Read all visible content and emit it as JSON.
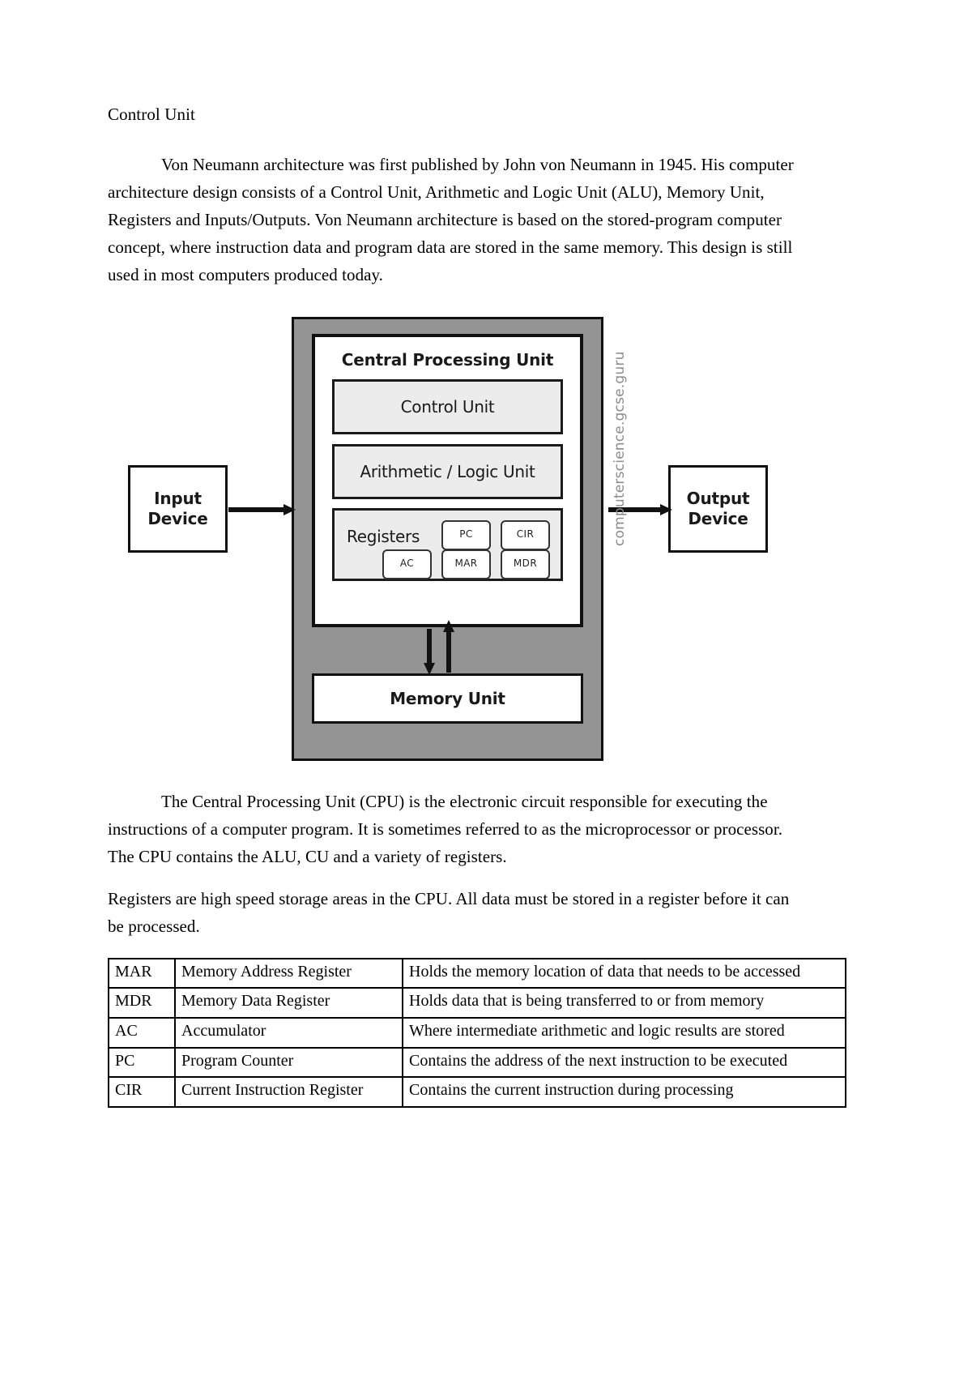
{
  "document": {
    "heading": "Control Unit",
    "paragraphs": [
      "Von Neumann architecture was first published by John von Neumann in 1945. His computer architecture design consists of a Control Unit, Arithmetic and Logic Unit (ALU), Memory Unit, Registers and Inputs/Outputs. Von Neumann architecture is based on the stored-program computer concept, where instruction data and program data are stored in the same memory.  This design is still used in most computers produced today.",
      "The Central Processing Unit (CPU) is the electronic circuit responsible for executing the instructions of a computer program. It is sometimes referred to as the microprocessor or processor. The CPU contains the ALU, CU and a variety of registers.",
      "Registers are high speed storage areas in the CPU.  All data must be stored in a register before it can be processed."
    ]
  },
  "diagram": {
    "cpu_title": "Central Processing Unit",
    "control_unit": "Control Unit",
    "alu": "Arithmetic / Logic Unit",
    "registers_label": "Registers",
    "register_chips": [
      "PC",
      "CIR",
      "AC",
      "MAR",
      "MDR"
    ],
    "memory_unit": "Memory Unit",
    "input_device_line1": "Input",
    "input_device_line2": "Device",
    "output_device_line1": "Output",
    "output_device_line2": "Device",
    "watermark": "computerscience.gcse.guru",
    "colors": {
      "frame_grey": "#949494",
      "unit_fill": "#ececec",
      "outline": "#111111",
      "watermark_grey": "#8c8c8c"
    }
  },
  "table": {
    "rows": [
      {
        "abbr": "MAR",
        "name": "Memory Address Register",
        "desc": "Holds the memory location of data that needs to be accessed"
      },
      {
        "abbr": "MDR",
        "name": "Memory Data Register",
        "desc": "Holds data that is being transferred to or from memory"
      },
      {
        "abbr": "AC",
        "name": "Accumulator",
        "desc": "Where intermediate arithmetic and logic results are stored"
      },
      {
        "abbr": "PC",
        "name": "Program Counter",
        "desc": "Contains the address of the next instruction to be executed"
      },
      {
        "abbr": "CIR",
        "name": "Current Instruction Register",
        "desc": "Contains the current instruction during processing"
      }
    ]
  }
}
